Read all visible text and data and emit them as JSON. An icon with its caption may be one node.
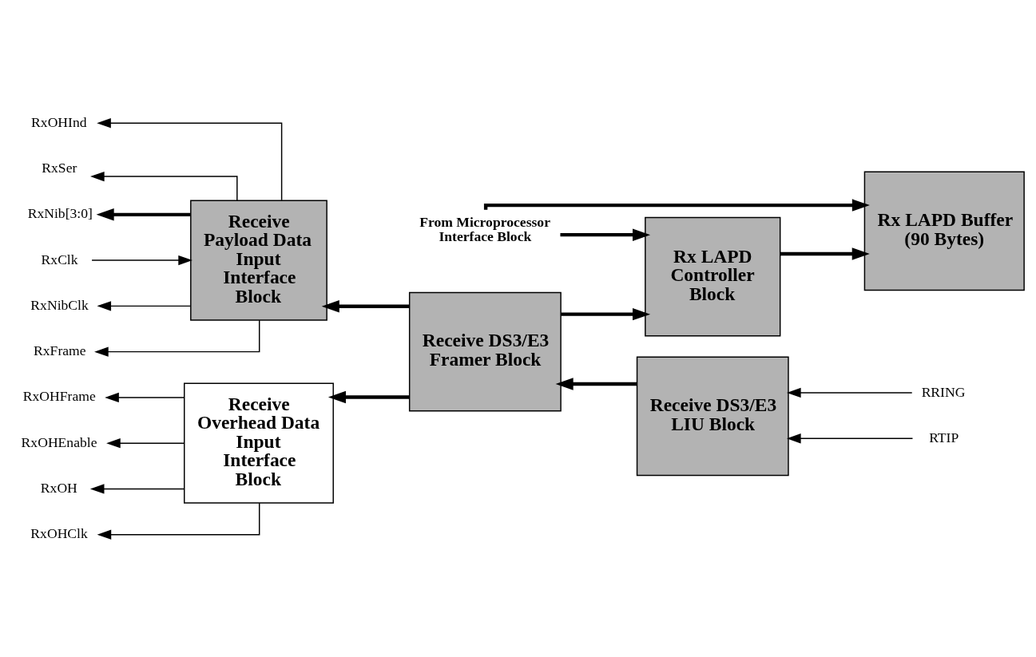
{
  "diagram": {
    "nodes": [
      {
        "text": [
          "Receive Overhead Data Input Interface Block"
        ]
      },
      {
        "text": [
          "Receive Payload Data Input Interface Block"
        ]
      },
      {
        "text": [
          "Receive DS3/E3 Framer Block"
        ]
      },
      {
        "text": [
          "Receive DS3/E3 LIU Block"
        ]
      },
      {
        "text": [
          "Rx LAPD Controller Block"
        ]
      },
      {
        "text": [
          "Rx LAPD Buffer (90 Bytes)"
        ]
      },
      {
        "text": [
          "From Microprocessor Interface Block"
        ]
      },
      {
        "text": [
          "RxOHFrame"
        ]
      },
      {
        "text": [
          "RxOHEnable"
        ]
      },
      {
        "text": [
          "RxOH"
        ]
      },
      {
        "text": [
          "RxOHClk"
        ]
      },
      {
        "text": [
          "RxOHInd"
        ]
      },
      {
        "text": [
          "RxSer"
        ]
      },
      {
        "text": [
          "RxNib[3:0]"
        ]
      },
      {
        "text": [
          "RxClk"
        ]
      },
      {
        "text": [
          "RxNibClk"
        ]
      },
      {
        "text": [
          "RxFrame"
        ]
      },
      {
        "text": [
          "RRING"
        ]
      },
      {
        "text": [
          "RTIP"
        ]
      }
    ],
    "edges": [
      {
        "from": 0,
        "to": 7,
        "arrow": "to"
      },
      {
        "from": 0,
        "to": 8,
        "arrow": "to"
      },
      {
        "from": 0,
        "to": 9,
        "arrow": "to"
      },
      {
        "from": 0,
        "to": 10,
        "arrow": "to"
      },
      {
        "from": 2,
        "to": 0,
        "arrow": "to",
        "style": "thick"
      },
      {
        "from": 1,
        "to": 11,
        "arrow": "to"
      },
      {
        "from": 1,
        "to": 12,
        "arrow": "to"
      },
      {
        "from": 1,
        "to": 13,
        "arrow": "to",
        "style": "thick"
      },
      {
        "from": 14,
        "to": 1,
        "arrow": "to"
      },
      {
        "from": 1,
        "to": 15,
        "arrow": "to"
      },
      {
        "from": 1,
        "to": 16,
        "arrow": "to"
      },
      {
        "from": 2,
        "to": 1,
        "arrow": "to",
        "style": "thick"
      },
      {
        "from": 3,
        "to": 2,
        "arrow": "to",
        "style": "thick"
      },
      {
        "from": 17,
        "to": 3,
        "arrow": "to"
      },
      {
        "from": 18,
        "to": 3,
        "arrow": "to"
      },
      {
        "from": 2,
        "to": 4,
        "arrow": "to",
        "style": "thick"
      },
      {
        "from": 6,
        "to": 4,
        "arrow": "to",
        "style": "thick"
      },
      {
        "from": 6,
        "to": 5,
        "arrow": "to",
        "style": "thick"
      },
      {
        "from": 4,
        "to": 5,
        "arrow": "to",
        "style": "thick"
      }
    ]
  }
}
